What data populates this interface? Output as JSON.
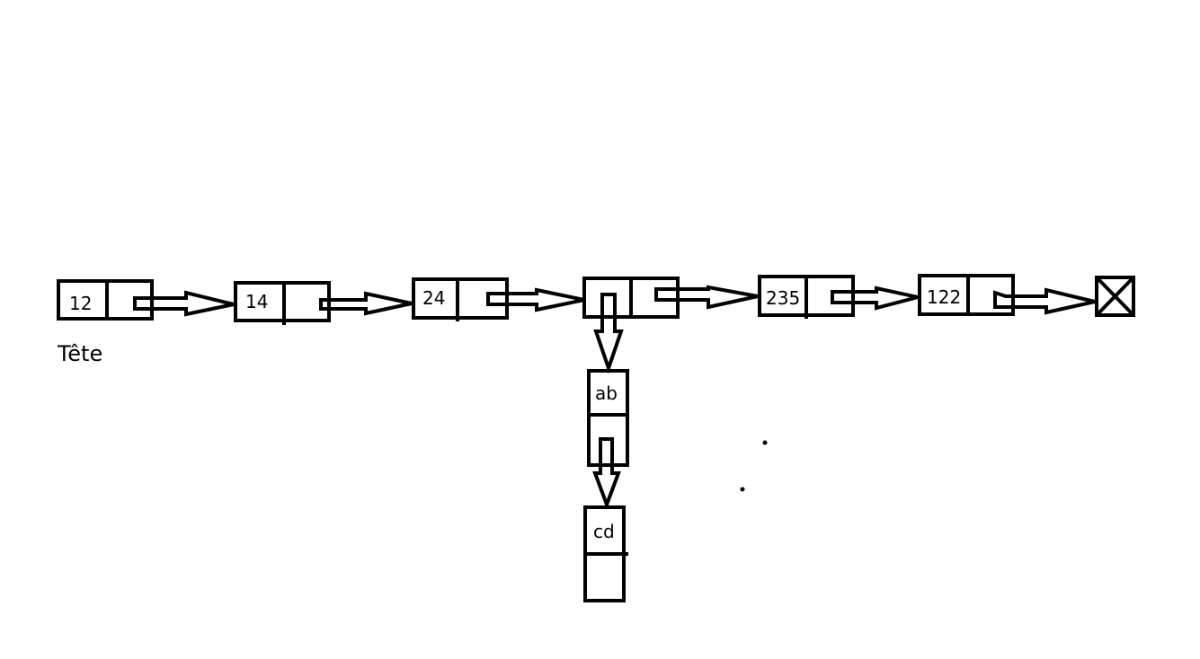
{
  "diagram": {
    "type": "linked-list",
    "head_label": "Tête",
    "stroke_color": "#000000",
    "background": "#ffffff",
    "main_list": [
      {
        "value": "12"
      },
      {
        "value": "14"
      },
      {
        "value": "24"
      },
      {
        "value": ""
      },
      {
        "value": "235"
      },
      {
        "value": "122"
      }
    ],
    "null_terminator": "null-box-icon",
    "sub_list": [
      {
        "value": "ab"
      },
      {
        "value": "cd"
      }
    ]
  }
}
